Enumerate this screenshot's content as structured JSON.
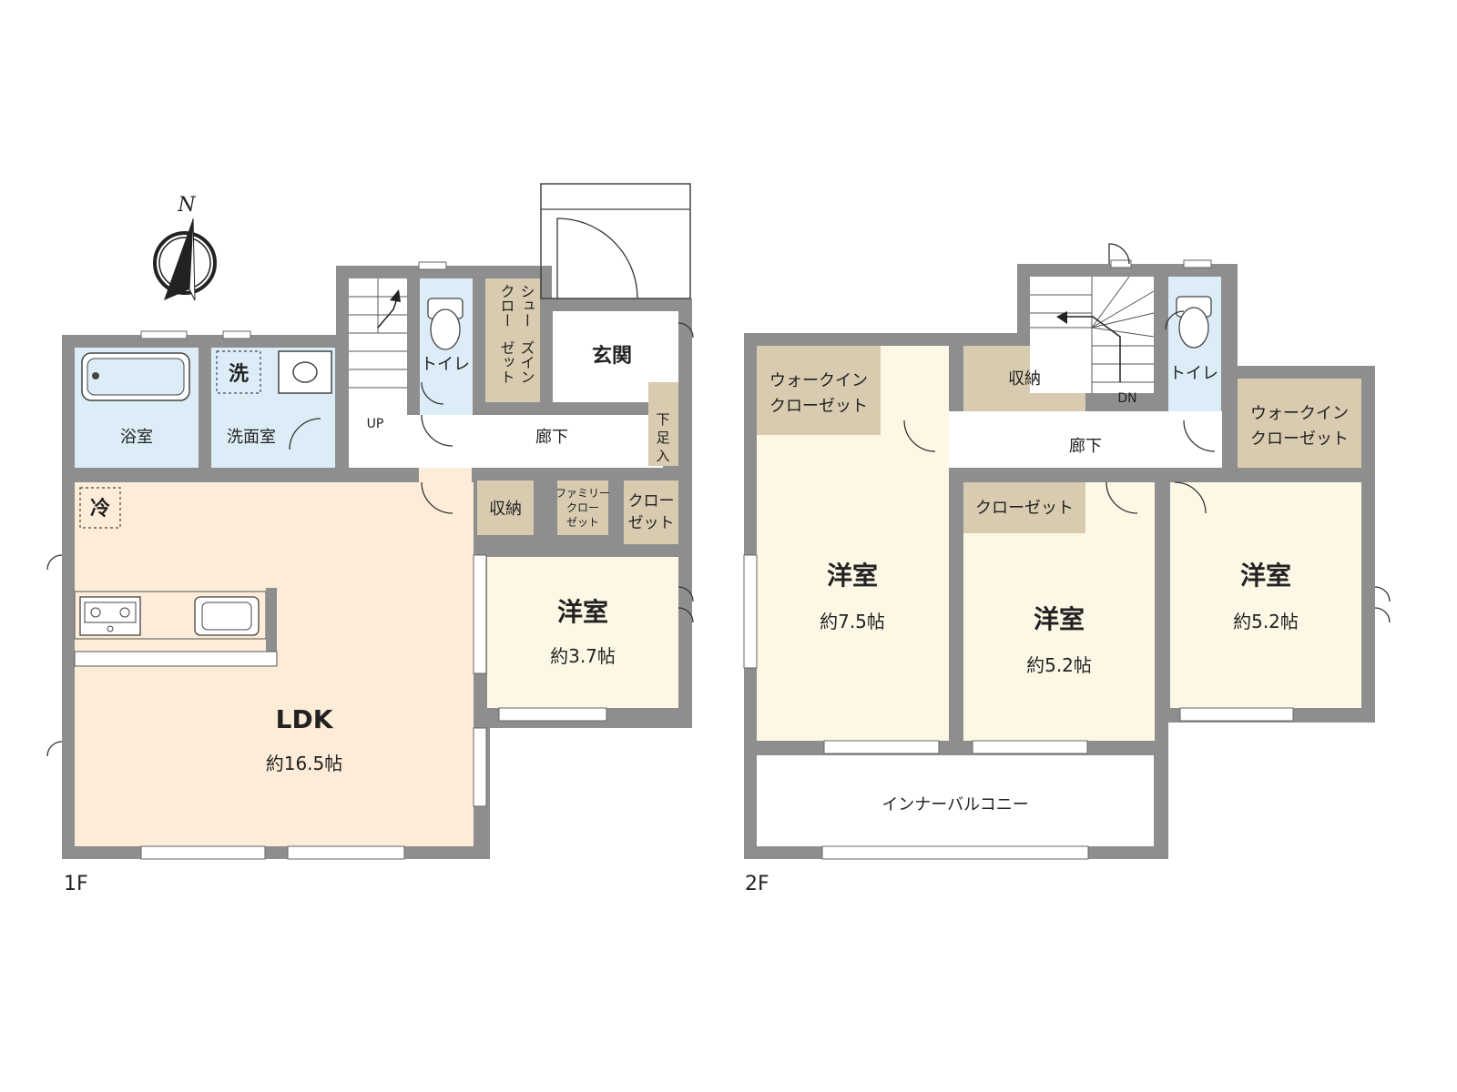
{
  "compass": {
    "north": "N"
  },
  "floor1": {
    "label": "1F",
    "ldk": {
      "name": "LDK",
      "size": "約16.5帖"
    },
    "bath": "浴室",
    "washroom": "洗面室",
    "washer": "洗",
    "fridge": "冷",
    "toilet": "トイレ",
    "shoe_closet": [
      "シュー",
      "ズイン",
      "クロー",
      "ゼット"
    ],
    "entrance": "玄関",
    "stair_label": "UP",
    "hall": "廊下",
    "under_floor": [
      "下",
      "足",
      "入"
    ],
    "storage": "収納",
    "family_closet": [
      "ファミリー",
      "クロー",
      "ゼット"
    ],
    "closet": [
      "クロー",
      "ゼット"
    ],
    "western": {
      "name": "洋室",
      "size": "約3.7帖"
    }
  },
  "floor2": {
    "label": "2F",
    "wic_left": [
      "ウォークイン",
      "クローゼット"
    ],
    "storage": "収納",
    "stair_label": "DN",
    "toilet": "トイレ",
    "hall": "廊下",
    "wic_right": [
      "ウォークイン",
      "クローゼット"
    ],
    "closet": "クローゼット",
    "room_a": {
      "name": "洋室",
      "size": "約7.5帖"
    },
    "room_b": {
      "name": "洋室",
      "size": "約5.2帖"
    },
    "room_c": {
      "name": "洋室",
      "size": "約5.2帖"
    },
    "balcony": "インナーバルコニー"
  },
  "colors": {
    "wall": "#8e8e8e",
    "ldk": "#fdecd8",
    "western": "#fdf8e6",
    "wet": "#dcedf8",
    "storage": "#d8cbb0",
    "hall": "#ffffff"
  }
}
